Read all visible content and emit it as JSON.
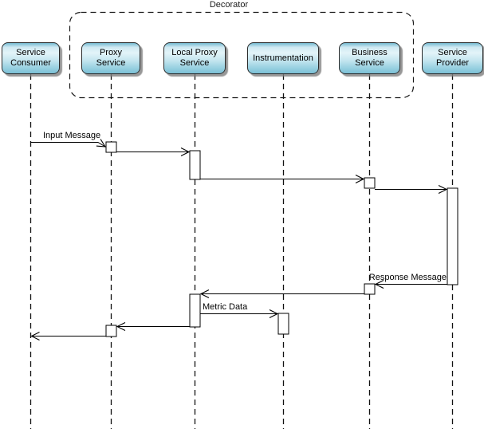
{
  "frame": {
    "label": "Decorator"
  },
  "participants": [
    {
      "id": "service-consumer",
      "label": "Service\nConsumer"
    },
    {
      "id": "proxy-service",
      "label": "Proxy\nService"
    },
    {
      "id": "local-proxy-service",
      "label": "Local Proxy\nService"
    },
    {
      "id": "instrumentation",
      "label": "Instrumentation"
    },
    {
      "id": "business-service",
      "label": "Business\nService"
    },
    {
      "id": "service-provider",
      "label": "Service\nProvider"
    }
  ],
  "messages": [
    {
      "label": "Input Message",
      "from": "Service Consumer",
      "to": "Proxy Service"
    },
    {
      "label": "",
      "from": "Proxy Service",
      "to": "Local Proxy Service"
    },
    {
      "label": "",
      "from": "Local Proxy Service",
      "to": "Business Service"
    },
    {
      "label": "",
      "from": "Business Service",
      "to": "Service Provider"
    },
    {
      "label": "Response Message",
      "from": "Service Provider",
      "to": "Business Service"
    },
    {
      "label": "",
      "from": "Business Service",
      "to": "Local Proxy Service"
    },
    {
      "label": "Metric Data",
      "from": "Local Proxy Service",
      "to": "Instrumentation"
    },
    {
      "label": "",
      "from": "Local Proxy Service",
      "to": "Proxy Service"
    },
    {
      "label": "",
      "from": "Proxy Service",
      "to": "Service Consumer"
    }
  ],
  "colors": {
    "box_fill_top": "#74b9d1",
    "box_fill_light": "#e3f4f9",
    "box_fill_bottom": "#7cc0d6",
    "box_border": "#2b2b2b",
    "line": "#000000",
    "shadow": "#7d7d7d",
    "background": "#ffffff"
  }
}
